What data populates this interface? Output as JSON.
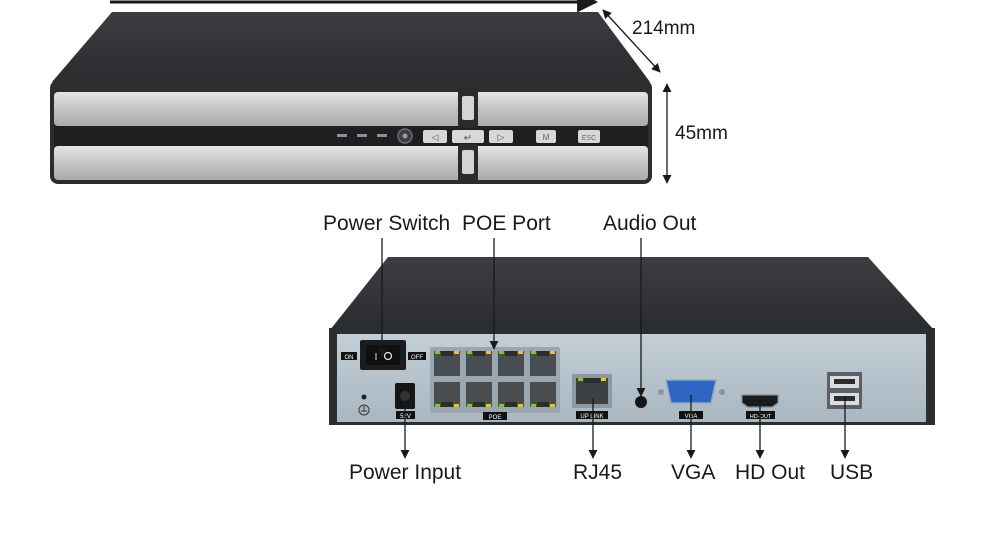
{
  "dimensions": {
    "depth": "214mm",
    "height": "45mm"
  },
  "front_panel": {
    "nav_left": "◁",
    "nav_enter": "↵",
    "nav_right": "▷",
    "menu_key": "M",
    "esc_key": "ESC"
  },
  "rear_panel": {
    "switch_on": "ON",
    "switch_off": "OFF",
    "power_rating": "52V",
    "poe_label": "POE",
    "uplink_label": "UP LINK",
    "vga_label": "VGA",
    "hdmi_label": "HD-OUT"
  },
  "callouts": {
    "power_switch": "Power Switch",
    "poe_port": "POE Port",
    "audio_out": "Audio Out",
    "power_input": "Power Input",
    "rj45": "RJ45",
    "vga": "VGA",
    "hd_out": "HD Out",
    "usb": "USB"
  },
  "colors": {
    "chassis": "#2e3032",
    "silver": "#c9cbcd",
    "rear_plate": "#b4c2cb",
    "port_dark": "#4a4d50",
    "led_green": "#7cc43a",
    "led_yellow": "#e8c23a",
    "vga_blue": "#2f66c4"
  }
}
